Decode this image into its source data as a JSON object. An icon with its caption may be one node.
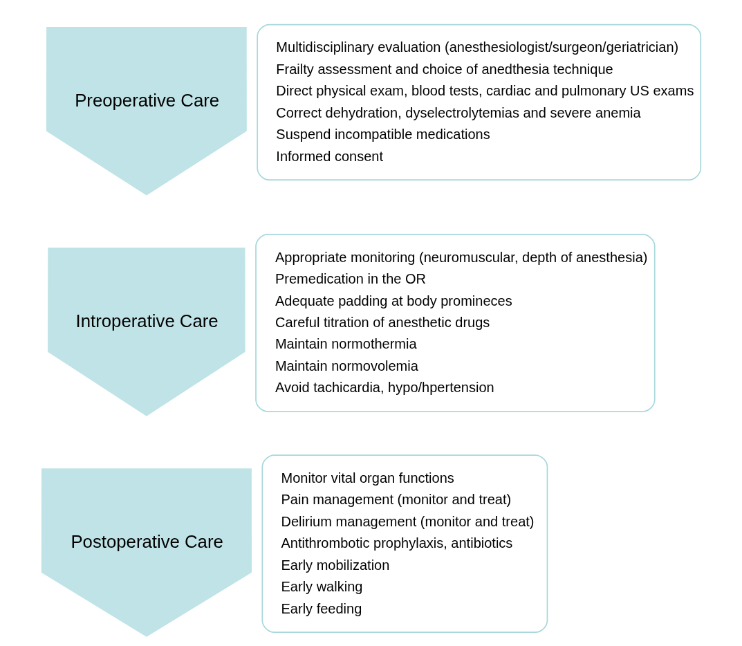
{
  "diagram": {
    "nodes": [
      {
        "text": [
          "Preoperative Care"
        ]
      },
      {
        "text": [
          "Multidisciplinary evaluation (anesthesiologist/surgeon/geriatrician)",
          "Frailty assessment and choice of anedthesia technique",
          "Direct physical exam, blood tests, cardiac and pulmonary US exams",
          "Correct dehydration, dyselectrolytemias and severe anemia",
          "Suspend incompatible medications",
          "Informed consent"
        ]
      },
      {
        "text": [
          "Introperative Care"
        ]
      },
      {
        "text": [
          "Appropriate monitoring (neuromuscular, depth of anesthesia)",
          "Premedication in the OR",
          "Adequate padding at body promineces",
          "Careful titration of anesthetic drugs",
          "Maintain normothermia",
          "Maintain normovolemia",
          "Avoid tachicardia, hypo/hpertension"
        ]
      },
      {
        "text": [
          "Postoperative Care"
        ]
      },
      {
        "text": [
          "Monitor vital organ functions",
          "Pain management (monitor and treat)",
          "Delirium management (monitor and treat)",
          "Antithrombotic prophylaxis, antibiotics",
          "Early mobilization",
          "Early walking",
          "Early feeding"
        ]
      }
    ],
    "edges": []
  }
}
